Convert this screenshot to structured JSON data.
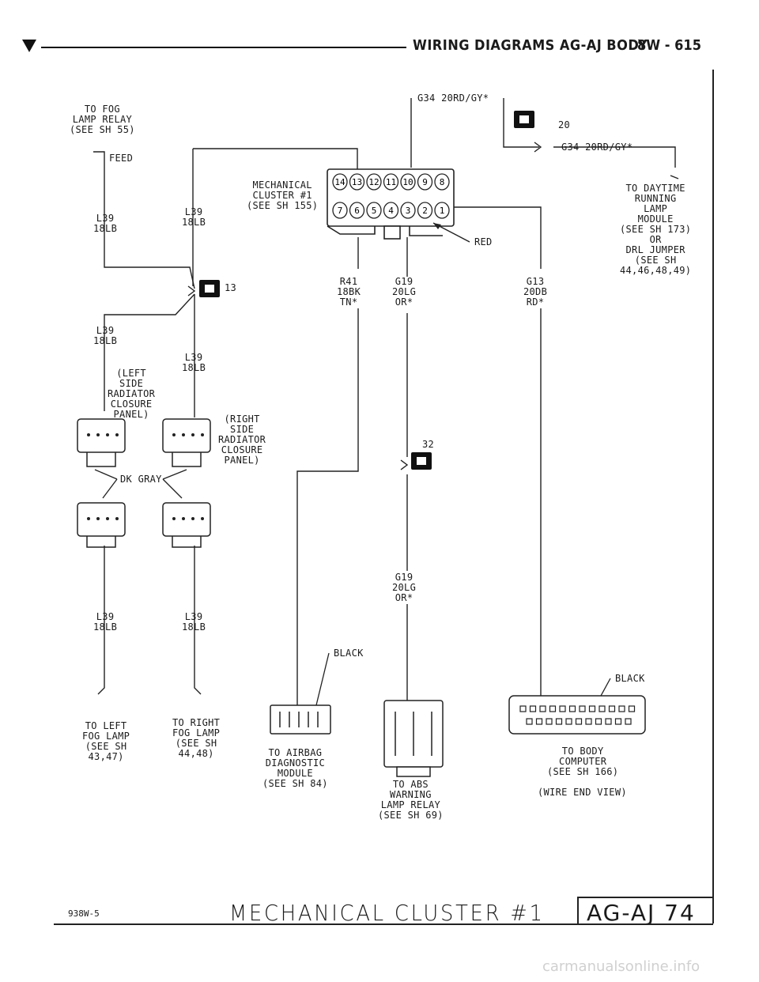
{
  "header": {
    "title": "WIRING DIAGRAMS AG-AJ BODY",
    "page": "8W - 615"
  },
  "labels": {
    "to_fog_lamp_relay": "TO FOG\nLAMP RELAY\n(SEE SH 55)",
    "feed": "FEED",
    "l39_left_top": "L39\n18LB",
    "l39_center_top": "L39\n18LB",
    "mech_cluster": "MECHANICAL\nCLUSTER #1\n(SEE SH 155)",
    "g34_top": "G34 20RD/GY*",
    "splice_20": "20",
    "g34_right": "G34 20RD/GY*",
    "to_daytime": "TO DAYTIME\nRUNNING\nLAMP\nMODULE\n(SEE SH 173)\nOR\nDRL JUMPER\n(SEE SH\n44,46,48,49)",
    "red": "RED",
    "splice_13": "13",
    "r41": "R41\n18BK\nTN*",
    "g19_top": "G19\n20LG\nOR*",
    "g13": "G13\n20DB\nRD*",
    "l39_left_mid": "L39\n18LB",
    "l39_center_mid": "L39\n18LB",
    "left_panel": "(LEFT\nSIDE\nRADIATOR\nCLOSURE\nPANEL)",
    "right_panel": "(RIGHT\nSIDE\nRADIATOR\nCLOSURE\nPANEL)",
    "splice_32": "32",
    "dk_gray": "DK GRAY",
    "g19_bottom": "G19\n20LG\nOR*",
    "l39_left_bot": "L39\n18LB",
    "l39_center_bot": "L39\n18LB",
    "black_airbag": "BLACK",
    "black_body": "BLACK",
    "to_left_fog": "TO LEFT\nFOG LAMP\n(SEE SH\n43,47)",
    "to_right_fog": "TO RIGHT\nFOG LAMP\n(SEE SH\n44,48)",
    "to_airbag": "TO AIRBAG\nDIAGNOSTIC\nMODULE\n(SEE SH 84)",
    "to_abs": "TO ABS\nWARNING\nLAMP RELAY\n(SEE SH 69)",
    "to_body": "TO BODY\nCOMPUTER\n(SEE SH 166)",
    "wire_end_view": "(WIRE END VIEW)"
  },
  "connector_pins": {
    "top_row": [
      "14",
      "13",
      "12",
      "11",
      "10",
      "9",
      "8"
    ],
    "bottom_row": [
      "7",
      "6",
      "5",
      "4",
      "3",
      "2",
      "1"
    ]
  },
  "footer": {
    "ref": "938W-5",
    "title": "MECHANICAL CLUSTER #1",
    "code": "AG-AJ 74"
  },
  "watermark": "carmanualsonline.info"
}
